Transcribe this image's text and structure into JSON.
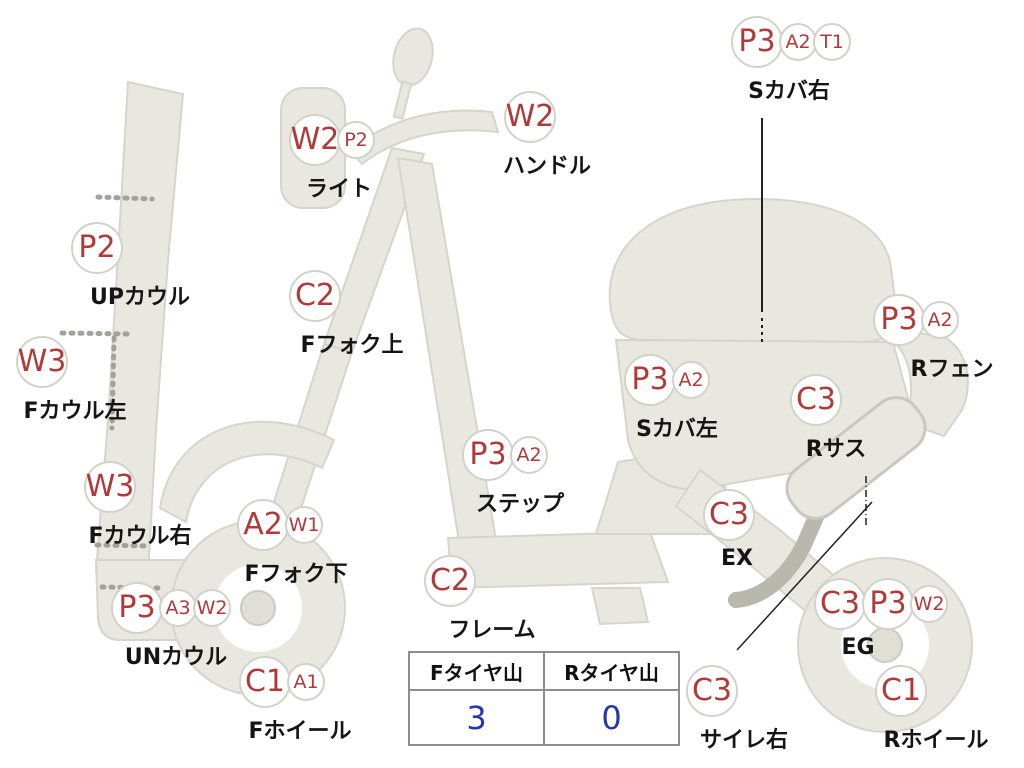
{
  "diagram": {
    "subject": "scooter condition map"
  },
  "markers": [
    {
      "codes": [
        "P3",
        "A2",
        "T1"
      ],
      "label": "Sカバ右"
    },
    {
      "codes": [
        "W2",
        "P2"
      ],
      "label": "ライト"
    },
    {
      "codes": [
        "W2"
      ],
      "label": "ハンドル"
    },
    {
      "codes": [
        "P2"
      ],
      "label": "UPカウル"
    },
    {
      "codes": [
        "C2"
      ],
      "label": "Fフォク上"
    },
    {
      "codes": [
        "W3"
      ],
      "label": "Fカウル左"
    },
    {
      "codes": [
        "P3",
        "A2"
      ],
      "label": "Sカバ左"
    },
    {
      "codes": [
        "P3",
        "A2"
      ],
      "label": "Rフェン"
    },
    {
      "codes": [
        "C3"
      ],
      "label": "Rサス"
    },
    {
      "codes": [
        "W3"
      ],
      "label": "Fカウル右"
    },
    {
      "codes": [
        "P3",
        "A2"
      ],
      "label": "ステップ"
    },
    {
      "codes": [
        "A2",
        "W1"
      ],
      "label": "Fフォク下"
    },
    {
      "codes": [
        "C3"
      ],
      "label": "EX"
    },
    {
      "codes": [
        "C2"
      ],
      "label": "フレーム"
    },
    {
      "codes": [
        "P3",
        "A3",
        "W2"
      ],
      "label": "UNカウル"
    },
    {
      "codes": [
        "C3",
        "P3",
        "W2"
      ],
      "label": "EG"
    },
    {
      "codes": [
        "C1",
        "A1"
      ],
      "label": "Fホイール"
    },
    {
      "codes": [
        "C3"
      ],
      "label": "サイレ右"
    },
    {
      "codes": [
        "C1"
      ],
      "label": "Rホイール"
    }
  ],
  "tire_table": {
    "front": {
      "header": "Fタイヤ山",
      "value": "3"
    },
    "rear": {
      "header": "Rタイヤ山",
      "value": "0"
    }
  },
  "colors": {
    "code_red": "#b03a3a",
    "label_black": "#151515",
    "value_blue": "#2438a6",
    "body_fill": "#e9e8e0"
  }
}
